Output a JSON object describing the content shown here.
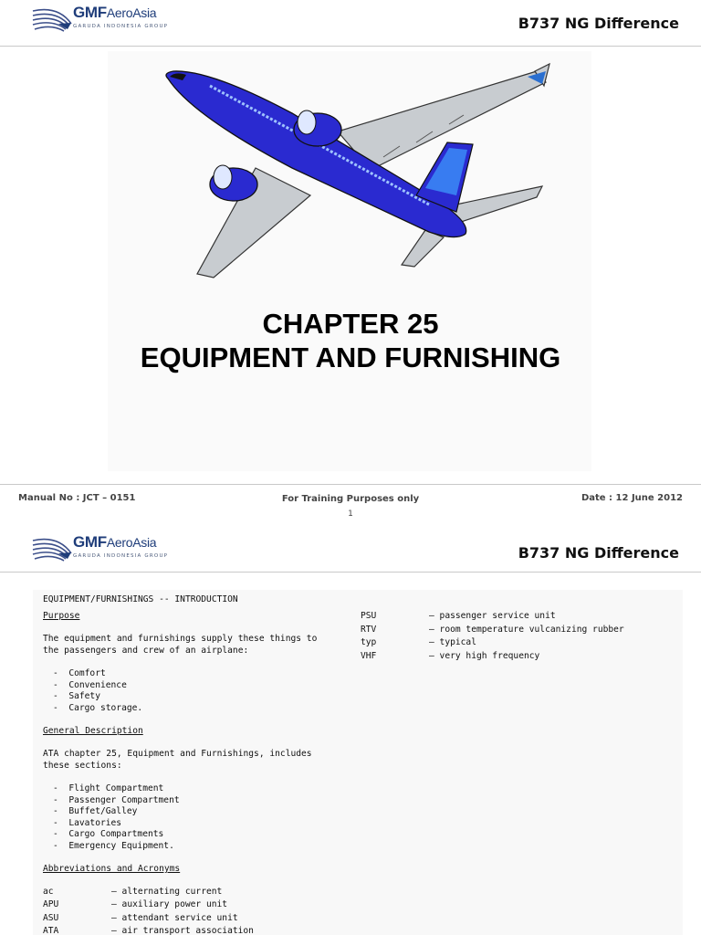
{
  "brand": {
    "name_main": "GMF",
    "name_sub": "AeroAsia",
    "tagline": "GARUDA INDONESIA GROUP"
  },
  "doc_title": "B737 NG Difference",
  "page1": {
    "chapter_line1": "CHAPTER 25",
    "chapter_line2": "EQUIPMENT AND FURNISHING",
    "footer_manual": "Manual No : JCT – 0151",
    "footer_training": "For Training Purposes only",
    "footer_date": "Date : 12 June 2012",
    "page_number": "1"
  },
  "page2": {
    "section_title": "EQUIPMENT/FURNISHINGS -- INTRODUCTION",
    "purpose_heading": "Purpose",
    "purpose_text_1": "The equipment and furnishings supply these things to",
    "purpose_text_2": "the passengers and crew of an airplane:",
    "purpose_items": [
      "-  Comfort",
      "-  Convenience",
      "-  Safety",
      "-  Cargo storage."
    ],
    "general_heading": "General Description",
    "general_text_1": "ATA chapter 25, Equipment and Furnishings, includes",
    "general_text_2": "these sections:",
    "sections": [
      "-  Flight Compartment",
      "-  Passenger Compartment",
      "-  Buffet/Galley",
      "-  Lavatories",
      "-  Cargo Compartments",
      "-  Emergency Equipment."
    ],
    "abbr_heading": "Abbreviations and Acronyms",
    "abbreviations_left": [
      {
        "abbr": "ac",
        "def": "– alternating current"
      },
      {
        "abbr": "APU",
        "def": "– auxiliary power unit"
      },
      {
        "abbr": "ASU",
        "def": "– attendant service unit"
      },
      {
        "abbr": "ATA",
        "def": "– air transport association"
      }
    ],
    "abbreviations_right": [
      {
        "abbr": "PSU",
        "def": "– passenger service unit"
      },
      {
        "abbr": "RTV",
        "def": "– room temperature vulcanizing rubber"
      },
      {
        "abbr": "typ",
        "def": "– typical"
      },
      {
        "abbr": "VHF",
        "def": "– very high frequency"
      }
    ]
  },
  "colors": {
    "brand_blue": "#1f3d7a",
    "plane_body": "#2a2ad0",
    "plane_wing": "#c8ccd0"
  }
}
